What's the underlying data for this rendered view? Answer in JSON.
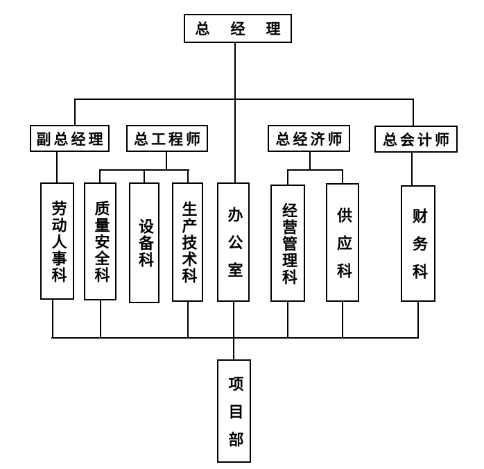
{
  "diagram": {
    "type": "org-chart",
    "background": "#ffffff",
    "line_color": "#000000",
    "text_color": "#000000"
  },
  "nodes": {
    "ceo": {
      "label": "总经理"
    },
    "deputy_general_manager": {
      "label": "副总经理"
    },
    "chief_engineer": {
      "label": "总工程师"
    },
    "chief_economist": {
      "label": "总经济师"
    },
    "chief_accountant": {
      "label": "总会计师"
    },
    "labor_personnel": {
      "label": "劳动人事科"
    },
    "quality_safety": {
      "label": "质量安全科"
    },
    "equipment": {
      "label": "设备科"
    },
    "production_tech": {
      "label": "生产技术科"
    },
    "office": {
      "label": "办公室"
    },
    "business_management": {
      "label": "经营管理科"
    },
    "supply": {
      "label": "供应科"
    },
    "finance": {
      "label": "财务科"
    },
    "project_dept": {
      "label": "项目部"
    }
  },
  "edges": [
    [
      "ceo",
      "deputy_general_manager"
    ],
    [
      "ceo",
      "chief_engineer"
    ],
    [
      "ceo",
      "chief_economist"
    ],
    [
      "ceo",
      "chief_accountant"
    ],
    [
      "ceo",
      "office"
    ],
    [
      "deputy_general_manager",
      "labor_personnel"
    ],
    [
      "chief_engineer",
      "quality_safety"
    ],
    [
      "chief_engineer",
      "equipment"
    ],
    [
      "chief_engineer",
      "production_tech"
    ],
    [
      "chief_economist",
      "business_management"
    ],
    [
      "chief_economist",
      "supply"
    ],
    [
      "chief_accountant",
      "finance"
    ],
    [
      "labor_personnel",
      "project_dept"
    ],
    [
      "quality_safety",
      "project_dept"
    ],
    [
      "production_tech",
      "project_dept"
    ],
    [
      "office",
      "project_dept"
    ],
    [
      "business_management",
      "project_dept"
    ],
    [
      "supply",
      "project_dept"
    ],
    [
      "finance",
      "project_dept"
    ]
  ]
}
